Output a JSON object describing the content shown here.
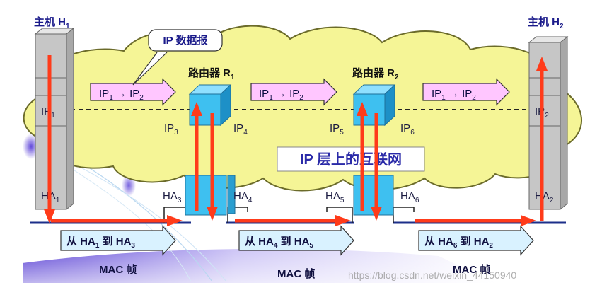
{
  "hosts": {
    "h1": {
      "prefix": "主机 H",
      "sub": "1"
    },
    "h2": {
      "prefix": "主机 H",
      "sub": "2"
    }
  },
  "routers": {
    "r1": {
      "prefix": "路由器 R",
      "sub": "1"
    },
    "r2": {
      "prefix": "路由器 R",
      "sub": "2"
    }
  },
  "callout": "IP 数据报",
  "cloud_label": "IP 层上的互联网",
  "ip_arrows": [
    {
      "src": "1",
      "dst": "2"
    },
    {
      "src": "1",
      "dst": "2"
    },
    {
      "src": "1",
      "dst": "2"
    }
  ],
  "ip_labels": [
    {
      "p": "IP",
      "s": "1"
    },
    {
      "p": "IP",
      "s": "2"
    },
    {
      "p": "IP",
      "s": "3"
    },
    {
      "p": "IP",
      "s": "4"
    },
    {
      "p": "IP",
      "s": "5"
    },
    {
      "p": "IP",
      "s": "6"
    }
  ],
  "ha_labels": [
    {
      "p": "HA",
      "s": "1"
    },
    {
      "p": "HA",
      "s": "2"
    },
    {
      "p": "HA",
      "s": "3"
    },
    {
      "p": "HA",
      "s": "4"
    },
    {
      "p": "HA",
      "s": "5"
    },
    {
      "p": "HA",
      "s": "6"
    }
  ],
  "mac_arrows": [
    {
      "from_word": "从 HA",
      "from_sub": "1",
      "to_word": " 到 HA",
      "to_sub": "3"
    },
    {
      "from_word": "从 HA",
      "from_sub": "4",
      "to_word": " 到 HA",
      "to_sub": "5"
    },
    {
      "from_word": "从 HA",
      "from_sub": "6",
      "to_word": " 到 HA",
      "to_sub": "2"
    }
  ],
  "mac_label": "MAC 帧",
  "watermark": "https://blog.csdn.net/weixin_44150940",
  "colors": {
    "cloud": "#f5f596",
    "cloud_stroke": "#6b6b2a",
    "red": "#ff3b1a",
    "router_blue": "#3ec0f0",
    "ip_box": "#ffc6ff",
    "mac_box": "#d9f2ff",
    "host_gray": "#c6c6c6"
  }
}
